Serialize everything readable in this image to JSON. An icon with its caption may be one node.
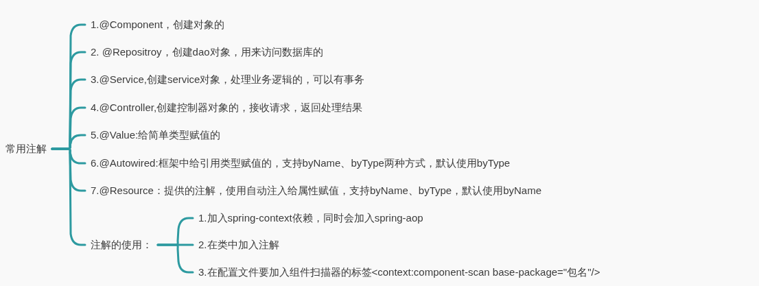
{
  "diagram": {
    "nodes": [
      {
        "text": [
          "常用注解"
        ]
      },
      {
        "text": [
          "1.@Component，创建对象的"
        ]
      },
      {
        "text": [
          "2. @Repositroy，创建dao对象，用来访问数据库的"
        ]
      },
      {
        "text": [
          "3.@Service,创建service对象，处理业务逻辑的，可以有事务"
        ]
      },
      {
        "text": [
          "4.@Controller,创建控制器对象的，接收请求，返回处理结果"
        ]
      },
      {
        "text": [
          "5.@Value:给简单类型赋值的"
        ]
      },
      {
        "text": [
          "6.@Autowired:框架中给引用类型赋值的，支持byName、byType两种方式，默认使用byType"
        ]
      },
      {
        "text": [
          "7.@Resource：提供的注解，使用自动注入给属性赋值，支持byName、byType，默认使用byName"
        ]
      },
      {
        "text": [
          "注解的使用："
        ]
      },
      {
        "text": [
          "1.加入spring-context依赖，同时会加入spring-aop"
        ]
      },
      {
        "text": [
          "2.在类中加入注解"
        ]
      },
      {
        "text": [
          "3.在配置文件要加入组件扫描器的标签<context:component-scan base-package=\"包名\"/>"
        ]
      }
    ],
    "edges": [
      {
        "from": 0,
        "to": 1,
        "arrow": "none"
      },
      {
        "from": 0,
        "to": 2,
        "arrow": "none"
      },
      {
        "from": 0,
        "to": 3,
        "arrow": "none"
      },
      {
        "from": 0,
        "to": 4,
        "arrow": "none"
      },
      {
        "from": 0,
        "to": 5,
        "arrow": "none"
      },
      {
        "from": 0,
        "to": 6,
        "arrow": "none"
      },
      {
        "from": 0,
        "to": 7,
        "arrow": "none"
      },
      {
        "from": 0,
        "to": 8,
        "arrow": "none"
      },
      {
        "from": 8,
        "to": 9,
        "arrow": "none"
      },
      {
        "from": 8,
        "to": 10,
        "arrow": "none"
      },
      {
        "from": 8,
        "to": 11,
        "arrow": "none"
      }
    ]
  }
}
